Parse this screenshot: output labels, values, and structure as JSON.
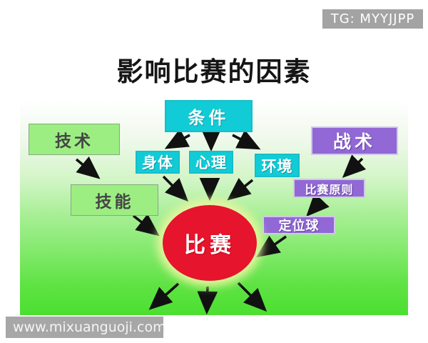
{
  "title": "影响比赛的因素",
  "watermarks": {
    "tg": "TG: MYYJJPP",
    "site": "www.mixuanguoji.com"
  },
  "diagram": {
    "nodes": {
      "technique": {
        "label": "技术"
      },
      "skill": {
        "label": "技能"
      },
      "conditions": {
        "label": "条件"
      },
      "body": {
        "label": "身体"
      },
      "psychology": {
        "label": "心理"
      },
      "environment": {
        "label": "环境"
      },
      "tactics": {
        "label": "战术"
      },
      "match_principles": {
        "label": "比赛原则"
      },
      "set_piece": {
        "label": "定位球"
      },
      "match": {
        "label": "比赛"
      }
    },
    "edges": [
      {
        "from": "technique",
        "to": "skill"
      },
      {
        "from": "skill",
        "to": "match"
      },
      {
        "from": "conditions",
        "to": "body"
      },
      {
        "from": "conditions",
        "to": "psychology"
      },
      {
        "from": "conditions",
        "to": "environment"
      },
      {
        "from": "body",
        "to": "match"
      },
      {
        "from": "psychology",
        "to": "match"
      },
      {
        "from": "environment",
        "to": "match"
      },
      {
        "from": "tactics",
        "to": "match_principles"
      },
      {
        "from": "match_principles",
        "to": "set_piece"
      },
      {
        "from": "set_piece",
        "to": "match"
      },
      {
        "from": "match",
        "to": "outcome-left"
      },
      {
        "from": "match",
        "to": "outcome-down"
      },
      {
        "from": "match",
        "to": "outcome-right"
      }
    ],
    "colors": {
      "green_box": "#9cee83",
      "cyan_box": "#11ccd6",
      "purple_box": "#9168d6",
      "match_red": "#e6142d",
      "background_green": "#4bdf30",
      "watermark_gray": "#a5a5a5",
      "arrow_black": "#111111"
    }
  }
}
